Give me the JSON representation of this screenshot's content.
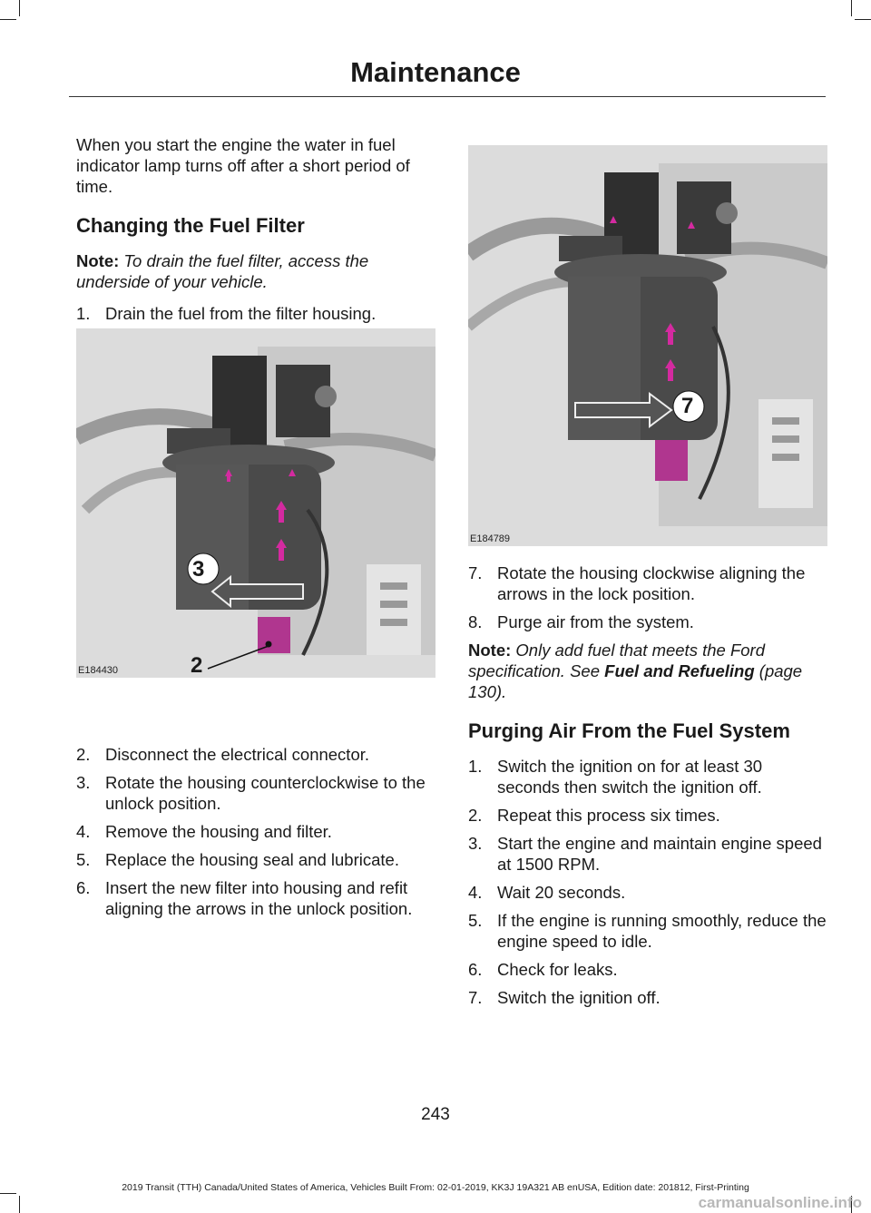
{
  "header": {
    "title": "Maintenance"
  },
  "left": {
    "intro": "When you start the engine the water in fuel indicator lamp turns off after a short period of time.",
    "heading": "Changing the Fuel Filter",
    "note_label": "Note:",
    "note_text": "To drain the fuel filter, access the underside of your vehicle.",
    "step1": {
      "num": "1.",
      "text": "Drain the fuel from the filter housing."
    },
    "figure": {
      "code": "E184430",
      "callout_a": "3",
      "callout_b": "2"
    },
    "steps": [
      {
        "num": "2.",
        "text": "Disconnect the electrical connector."
      },
      {
        "num": "3.",
        "text": "Rotate the housing counterclockwise to the unlock position."
      },
      {
        "num": "4.",
        "text": "Remove the housing and filter."
      },
      {
        "num": "5.",
        "text": "Replace the housing seal and lubricate."
      },
      {
        "num": "6.",
        "text": "Insert the new filter into housing and refit aligning the arrows in the unlock position."
      }
    ]
  },
  "right": {
    "figure": {
      "code": "E184789",
      "callout": "7"
    },
    "steps": [
      {
        "num": "7.",
        "text": "Rotate the housing clockwise aligning the arrows in the lock position."
      },
      {
        "num": "8.",
        "text": "Purge air from the system."
      }
    ],
    "note_label": "Note:",
    "note_text": "Only add fuel that meets the Ford specification.  See",
    "note_link": "Fuel and Refueling",
    "note_page": "(page 130).",
    "heading": "Purging Air From the Fuel System",
    "purge_steps": [
      {
        "num": "1.",
        "text": "Switch the ignition on for at least 30 seconds then switch the ignition off."
      },
      {
        "num": "2.",
        "text": "Repeat this process six times."
      },
      {
        "num": "3.",
        "text": "Start the engine and maintain engine speed at 1500 RPM."
      },
      {
        "num": "4.",
        "text": "Wait 20 seconds."
      },
      {
        "num": "5.",
        "text": "If the engine is running smoothly, reduce the engine speed to idle."
      },
      {
        "num": "6.",
        "text": "Check for leaks."
      },
      {
        "num": "7.",
        "text": "Switch the ignition off."
      }
    ]
  },
  "page_number": "243",
  "footer": "2019 Transit (TTH) Canada/United States of America, Vehicles Built From: 02-01-2019, KK3J 19A321 AB enUSA, Edition date: 201812, First-Printing",
  "watermark": "carmanualsonline.info",
  "colors": {
    "connector": "#b0368f",
    "arrow": "#d42aa0",
    "housing": "#4a4a4a"
  }
}
